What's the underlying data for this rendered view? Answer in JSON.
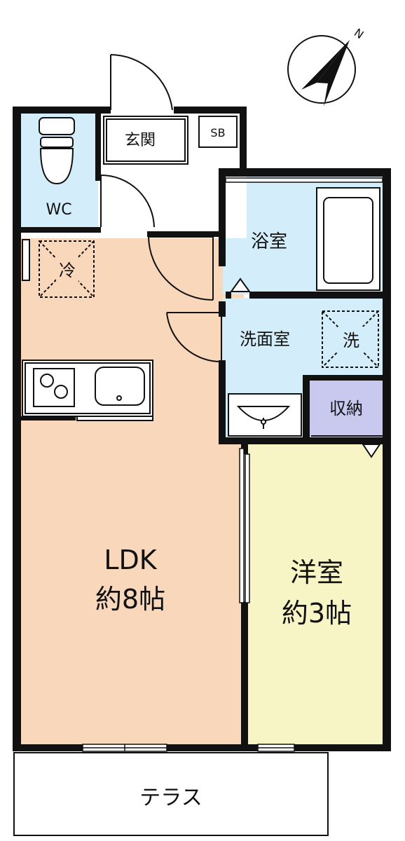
{
  "compass": {
    "label": "N"
  },
  "rooms": {
    "entrance": {
      "label": "玄関"
    },
    "shoe_box": {
      "label": "SB"
    },
    "toilet": {
      "label": "WC"
    },
    "fridge": {
      "label": "冷"
    },
    "bath": {
      "label": "浴室"
    },
    "washroom": {
      "label": "洗面室"
    },
    "washer": {
      "label": "洗"
    },
    "storage": {
      "label": "収納"
    },
    "ldk": {
      "name": "LDK",
      "size": "約8帖"
    },
    "western": {
      "name": "洋室",
      "size": "約3帖"
    },
    "terrace": {
      "label": "テラス"
    }
  },
  "colors": {
    "wall": "#111111",
    "ldk_floor": "#f8d7bb",
    "western_floor": "#f7f5c6",
    "wet_area": "#d3eefa",
    "storage_floor": "#c9c8ef",
    "hall_floor": "#ffffff"
  }
}
